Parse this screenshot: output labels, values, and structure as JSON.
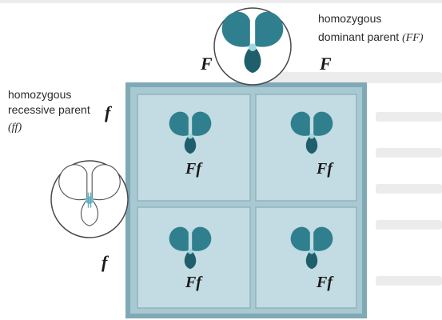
{
  "dominant_parent": {
    "label_line1": "homozygous",
    "label_line2": "dominant parent",
    "genotype": "(FF)",
    "allele_left": "F",
    "allele_right": "F",
    "flower_color": "#2f7f8e"
  },
  "recessive_parent": {
    "label_line1": "homozygous",
    "label_line2": "recessive parent",
    "genotype": "(ff)",
    "allele_top": "f",
    "allele_bottom": "f",
    "flower_color": "#ffffff"
  },
  "offspring": [
    {
      "genotype": "Ff"
    },
    {
      "genotype": "Ff"
    },
    {
      "genotype": "Ff"
    },
    {
      "genotype": "Ff"
    }
  ],
  "colors": {
    "grid_fill": "#b9d5dd",
    "grid_border": "#7fa9b5",
    "offspring_flower": "#2f7f8e"
  }
}
